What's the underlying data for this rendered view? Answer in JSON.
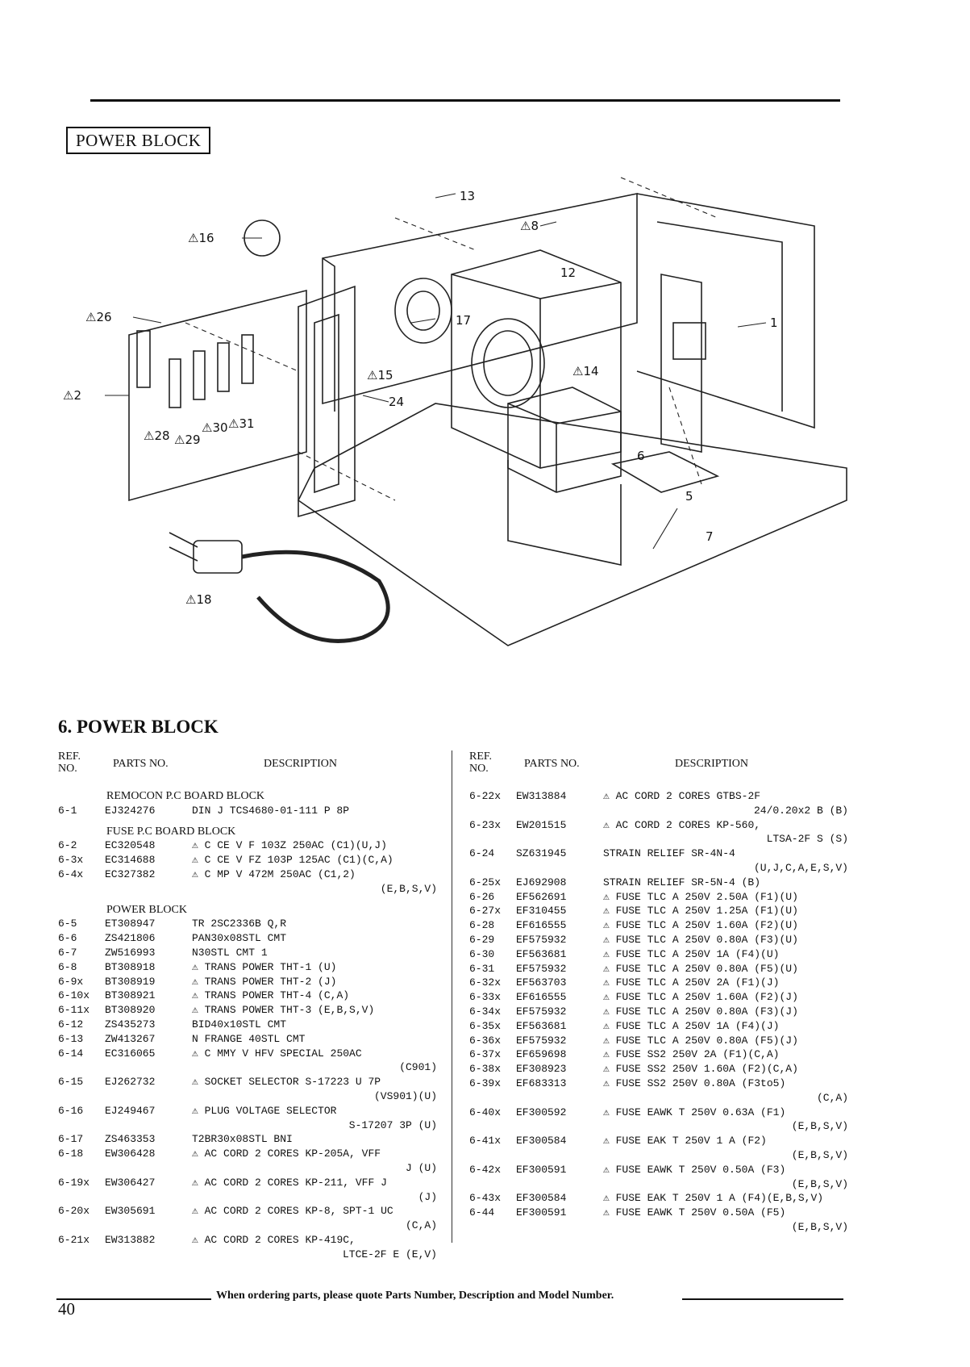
{
  "header": {
    "block_label": "POWER BLOCK"
  },
  "diagram": {
    "callouts": [
      "⚠16",
      "13",
      "⚠8",
      "12",
      "1",
      "⚠26",
      "17",
      "⚠14",
      "⚠2",
      "⚠15",
      "24",
      "6",
      "5",
      "⚠28",
      "⚠29",
      "⚠30",
      "⚠31",
      "7",
      "⚠18"
    ]
  },
  "section_title": "6. POWER BLOCK",
  "table_header": {
    "ref": "REF. NO.",
    "parts": "PARTS NO.",
    "desc": "DESCRIPTION"
  },
  "left_groups": [
    {
      "title": "REMOCON P.C BOARD BLOCK",
      "rows": [
        {
          "ref": "6-1",
          "pno": "EJ324276",
          "desc": "DIN J TCS4680-01-111 P 8P",
          "cont": ""
        }
      ]
    },
    {
      "title": "FUSE P.C BOARD BLOCK",
      "rows": [
        {
          "ref": "6-2",
          "pno": "EC320548",
          "desc": "⚠ C CE V F 103Z 250AC (C1)(U,J)",
          "cont": ""
        },
        {
          "ref": "6-3x",
          "pno": "EC314688",
          "desc": "⚠ C CE V FZ 103P 125AC (C1)(C,A)",
          "cont": ""
        },
        {
          "ref": "6-4x",
          "pno": "EC327382",
          "desc": "⚠ C MP V 472M 250AC (C1,2)",
          "cont": "(E,B,S,V)"
        }
      ]
    },
    {
      "title": "POWER BLOCK",
      "rows": [
        {
          "ref": "6-5",
          "pno": "ET308947",
          "desc": "TR 2SC2336B Q,R",
          "cont": ""
        },
        {
          "ref": "6-6",
          "pno": "ZS421806",
          "desc": "PAN30x08STL CMT",
          "cont": ""
        },
        {
          "ref": "6-7",
          "pno": "ZW516993",
          "desc": "N30STL CMT 1",
          "cont": ""
        },
        {
          "ref": "6-8",
          "pno": "BT308918",
          "desc": "⚠ TRANS POWER THT-1 (U)",
          "cont": ""
        },
        {
          "ref": "6-9x",
          "pno": "BT308919",
          "desc": "⚠ TRANS POWER THT-2 (J)",
          "cont": ""
        },
        {
          "ref": "6-10x",
          "pno": "BT308921",
          "desc": "⚠ TRANS POWER THT-4 (C,A)",
          "cont": ""
        },
        {
          "ref": "6-11x",
          "pno": "BT308920",
          "desc": "⚠ TRANS POWER THT-3 (E,B,S,V)",
          "cont": ""
        },
        {
          "ref": "6-12",
          "pno": "ZS435273",
          "desc": "BID40x10STL CMT",
          "cont": ""
        },
        {
          "ref": "6-13",
          "pno": "ZW413267",
          "desc": "N FRANGE 40STL CMT",
          "cont": ""
        },
        {
          "ref": "6-14",
          "pno": "EC316065",
          "desc": "⚠ C MMY V HFV SPECIAL 250AC",
          "cont": "(C901)"
        },
        {
          "ref": "6-15",
          "pno": "EJ262732",
          "desc": "⚠ SOCKET SELECTOR S-17223 U 7P",
          "cont": "(VS901)(U)"
        },
        {
          "ref": "6-16",
          "pno": "EJ249467",
          "desc": "⚠ PLUG VOLTAGE SELECTOR",
          "cont": "S-17207 3P (U)"
        },
        {
          "ref": "6-17",
          "pno": "ZS463353",
          "desc": "T2BR30x08STL BNI",
          "cont": ""
        },
        {
          "ref": "6-18",
          "pno": "EW306428",
          "desc": "⚠ AC CORD 2 CORES KP-205A, VFF",
          "cont": "J (U)"
        },
        {
          "ref": "6-19x",
          "pno": "EW306427",
          "desc": "⚠ AC CORD 2 CORES KP-211, VFF J",
          "cont": "(J)"
        },
        {
          "ref": "6-20x",
          "pno": "EW305691",
          "desc": "⚠ AC CORD 2 CORES KP-8, SPT-1 UC",
          "cont": "(C,A)"
        },
        {
          "ref": "6-21x",
          "pno": "EW313882",
          "desc": "⚠ AC CORD 2 CORES KP-419C,",
          "cont": "LTCE-2F E (E,V)"
        }
      ]
    }
  ],
  "right_rows": [
    {
      "ref": "6-22x",
      "pno": "EW313884",
      "desc": "⚠ AC CORD 2 CORES GTBS-2F",
      "cont": "24/0.20x2 B (B)"
    },
    {
      "ref": "6-23x",
      "pno": "EW201515",
      "desc": "⚠ AC CORD 2 CORES KP-560,",
      "cont": "LTSA-2F S (S)"
    },
    {
      "ref": "6-24",
      "pno": "SZ631945",
      "desc": "STRAIN RELIEF SR-4N-4",
      "cont": "(U,J,C,A,E,S,V)"
    },
    {
      "ref": "6-25x",
      "pno": "EJ692908",
      "desc": "STRAIN RELIEF SR-5N-4 (B)",
      "cont": ""
    },
    {
      "ref": "6-26",
      "pno": "EF562691",
      "desc": "⚠ FUSE TLC A 250V 2.50A (F1)(U)",
      "cont": ""
    },
    {
      "ref": "6-27x",
      "pno": "EF310455",
      "desc": "⚠ FUSE TLC A 250V 1.25A (F1)(U)",
      "cont": ""
    },
    {
      "ref": "6-28",
      "pno": "EF616555",
      "desc": "⚠ FUSE TLC A 250V 1.60A (F2)(U)",
      "cont": ""
    },
    {
      "ref": "6-29",
      "pno": "EF575932",
      "desc": "⚠ FUSE TLC A 250V 0.80A (F3)(U)",
      "cont": ""
    },
    {
      "ref": "6-30",
      "pno": "EF563681",
      "desc": "⚠ FUSE TLC A 250V 1A (F4)(U)",
      "cont": ""
    },
    {
      "ref": "6-31",
      "pno": "EF575932",
      "desc": "⚠ FUSE TLC A 250V 0.80A (F5)(U)",
      "cont": ""
    },
    {
      "ref": "6-32x",
      "pno": "EF563703",
      "desc": "⚠ FUSE TLC A 250V 2A (F1)(J)",
      "cont": ""
    },
    {
      "ref": "6-33x",
      "pno": "EF616555",
      "desc": "⚠ FUSE TLC A 250V 1.60A (F2)(J)",
      "cont": ""
    },
    {
      "ref": "6-34x",
      "pno": "EF575932",
      "desc": "⚠ FUSE TLC A 250V 0.80A (F3)(J)",
      "cont": ""
    },
    {
      "ref": "6-35x",
      "pno": "EF563681",
      "desc": "⚠ FUSE TLC A 250V 1A (F4)(J)",
      "cont": ""
    },
    {
      "ref": "6-36x",
      "pno": "EF575932",
      "desc": "⚠ FUSE TLC A 250V 0.80A (F5)(J)",
      "cont": ""
    },
    {
      "ref": "6-37x",
      "pno": "EF659698",
      "desc": "⚠ FUSE SS2 250V 2A (F1)(C,A)",
      "cont": ""
    },
    {
      "ref": "6-38x",
      "pno": "EF308923",
      "desc": "⚠ FUSE SS2 250V 1.60A (F2)(C,A)",
      "cont": ""
    },
    {
      "ref": "6-39x",
      "pno": "EF683313",
      "desc": "⚠ FUSE SS2 250V 0.80A (F3to5)",
      "cont": "(C,A)"
    },
    {
      "ref": "6-40x",
      "pno": "EF300592",
      "desc": "⚠ FUSE EAWK T 250V 0.63A (F1)",
      "cont": "(E,B,S,V)"
    },
    {
      "ref": "6-41x",
      "pno": "EF300584",
      "desc": "⚠ FUSE EAK T 250V 1 A (F2)",
      "cont": "(E,B,S,V)"
    },
    {
      "ref": "6-42x",
      "pno": "EF300591",
      "desc": "⚠ FUSE EAWK T 250V 0.50A (F3)",
      "cont": "(E,B,S,V)"
    },
    {
      "ref": "6-43x",
      "pno": "EF300584",
      "desc": "⚠ FUSE EAK T 250V 1 A (F4)(E,B,S,V)",
      "cont": ""
    },
    {
      "ref": "6-44",
      "pno": "EF300591",
      "desc": "⚠ FUSE EAWK T 250V 0.50A (F5)",
      "cont": "(E,B,S,V)"
    }
  ],
  "footer": {
    "note": "When ordering parts, please quote Parts Number, Description and Model Number.",
    "page_number": "40"
  }
}
